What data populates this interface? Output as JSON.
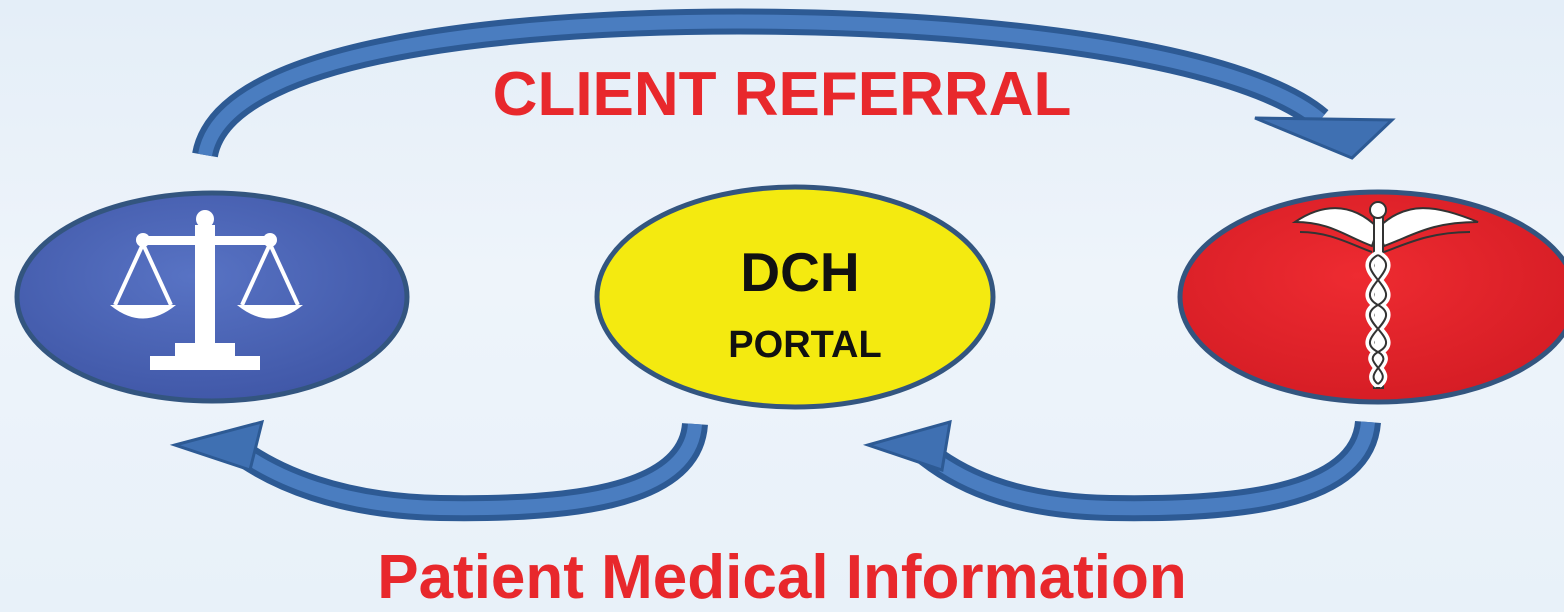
{
  "diagram": {
    "top_label": "CLIENT REFERRAL",
    "bottom_label": "Patient Medical Information",
    "center_node": {
      "title": "DCH",
      "subtitle": "PORTAL"
    },
    "left_node": {
      "icon": "scales-of-justice-icon"
    },
    "right_node": {
      "icon": "caduceus-icon"
    },
    "colors": {
      "label_red": "#e8282c",
      "arrow_blue": "#3f70b2",
      "arrow_dark": "#2d5a94",
      "left_fill": "#4a63b5",
      "center_fill": "#f4ea10",
      "right_fill": "#e52029",
      "node_stroke": "#33557f"
    }
  }
}
